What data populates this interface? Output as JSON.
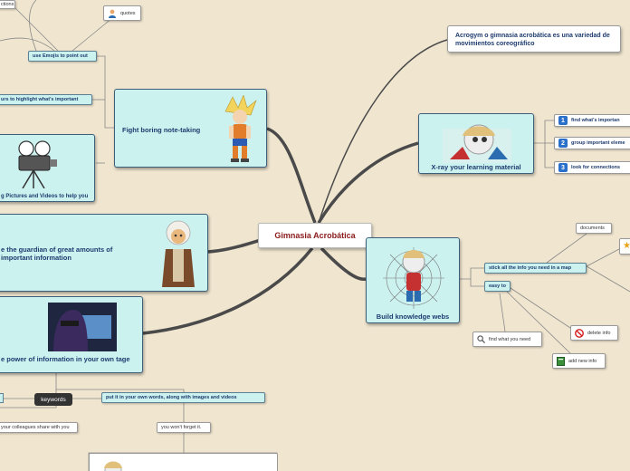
{
  "center": {
    "title": "Gimnasia Acrobática"
  },
  "acronym": {
    "text": "Acrogym o gimnasia acrobática es una variedad de movimientos coreográfico"
  },
  "xray": {
    "title": "X-ray your learning material",
    "items": [
      {
        "num": "1",
        "label": "find what's importan"
      },
      {
        "num": "2",
        "label": "group important eleme"
      },
      {
        "num": "3",
        "label": "look for connections"
      }
    ]
  },
  "build": {
    "title": "Build knowledge webs",
    "stick": "stick all the info you need in a map",
    "documents": "documents",
    "easy": "easy to",
    "find": "find what you need",
    "delete": "delete info",
    "add": "add new info"
  },
  "fight": {
    "title": "Fight boring note-taking",
    "emoji": "use Emojis to point out",
    "quotes": "quotes",
    "topleft": "ctions",
    "colours": "urs to highlight what's important",
    "pictures": "g Pictures and Videos to help you"
  },
  "guardian": {
    "title": "e the guardian of great amounts of important information"
  },
  "power": {
    "title": "e power of information in your own tage",
    "keywords": "keywords",
    "ownwords": "put it in your own words, along with images and videos",
    "colleagues": "your colleagues share with you",
    "forget": "you won't forget it."
  }
}
